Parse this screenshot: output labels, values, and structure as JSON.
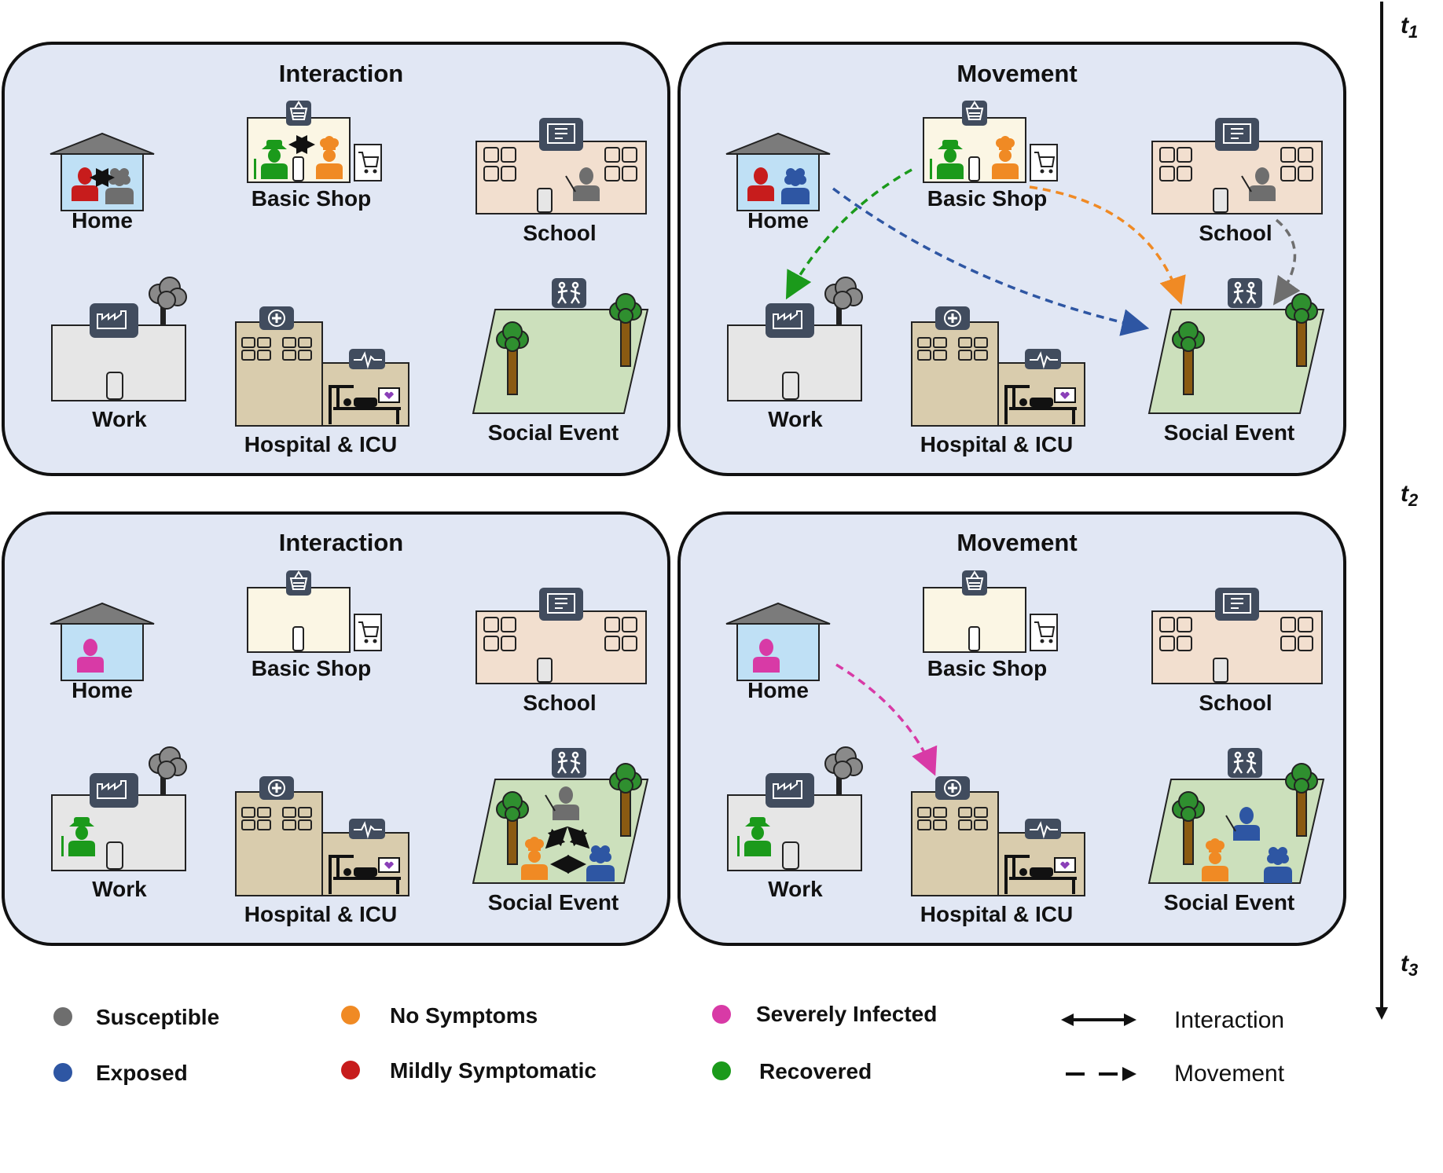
{
  "panels": [
    {
      "title": "Interaction"
    },
    {
      "title": "Movement"
    },
    {
      "title": "Interaction"
    },
    {
      "title": "Movement"
    }
  ],
  "locations": {
    "home": "Home",
    "basic_shop": "Basic Shop",
    "school": "School",
    "work": "Work",
    "hospital": "Hospital & ICU",
    "social_event": "Social Event"
  },
  "timeline": {
    "t1": "t",
    "t1_sub": "1",
    "t2": "t",
    "t2_sub": "2",
    "t3": "t",
    "t3_sub": "3"
  },
  "legend": {
    "states": [
      {
        "label": "Susceptible",
        "color": "#6e6e6e"
      },
      {
        "label": "Exposed",
        "color": "#2e56a3"
      },
      {
        "label": "No Symptoms",
        "color": "#f08a24"
      },
      {
        "label": "Mildly Symptomatic",
        "color": "#c71c1c"
      },
      {
        "label": "Severely Infected",
        "color": "#d83aa6"
      },
      {
        "label": "Recovered",
        "color": "#1b9a1b"
      }
    ],
    "interaction_label": "Interaction",
    "movement_label": "Movement"
  },
  "colors": {
    "panel_bg": "#e1e7f4",
    "home_bg": "#bfe0f5",
    "shop_bg": "#fbf6e4",
    "school_bg": "#f2dfcf",
    "work_bg": "#e6e6e6",
    "hospital_bg": "#d9ccad",
    "park_bg": "#cce0bc",
    "icon_badge": "#414c5e",
    "movement_green": "#1b9a1b",
    "movement_blue": "#2e56a3",
    "movement_orange": "#f08a24",
    "movement_gray": "#6e6e6e",
    "movement_magenta": "#d83aa6"
  }
}
